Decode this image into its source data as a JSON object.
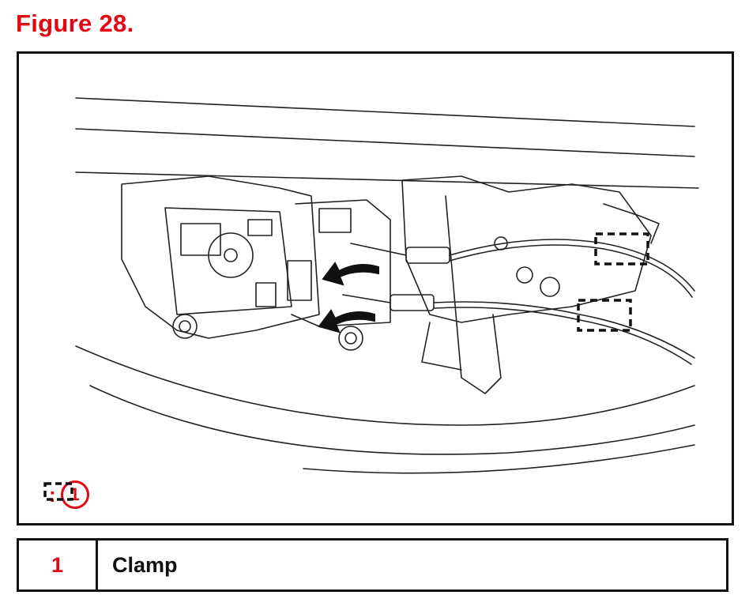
{
  "figure": {
    "title": "Figure 28."
  },
  "legend_key": {
    "separator": ":",
    "number": "1"
  },
  "legend_table": {
    "rows": [
      {
        "number": "1",
        "label": "Clamp"
      }
    ]
  },
  "colors": {
    "accent": "#e30613",
    "line": "#111111"
  }
}
